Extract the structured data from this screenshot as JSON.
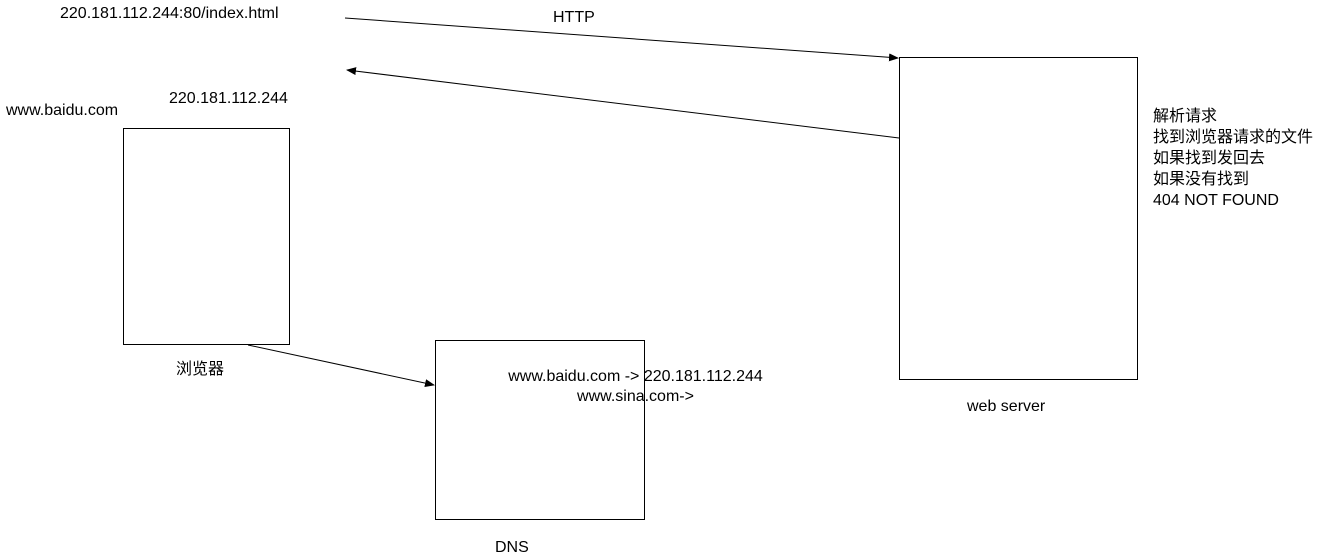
{
  "url_label": "220.181.112.244:80/index.html",
  "http_label": "HTTP",
  "browser": {
    "domain_label": "www.baidu.com",
    "ip_label": "220.181.112.244",
    "name": "浏览器"
  },
  "dns": {
    "mapping_1": "www.baidu.com -> 220.181.112.244",
    "mapping_2": "www.sina.com->",
    "name": "DNS"
  },
  "server": {
    "name": "web server",
    "notes": [
      "解析请求",
      "找到浏览器请求的文件",
      "如果找到发回去",
      "如果没有找到",
      "404 NOT FOUND"
    ]
  }
}
